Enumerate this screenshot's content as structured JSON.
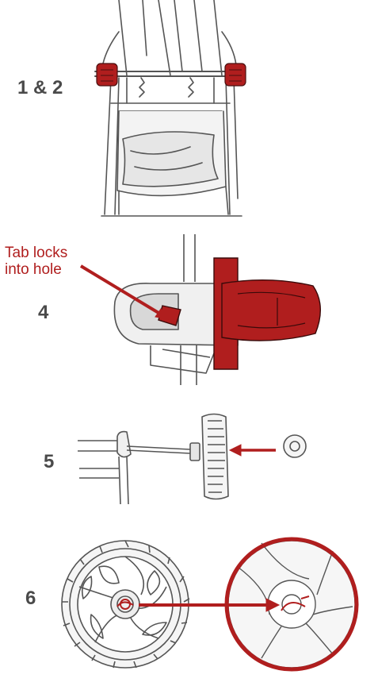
{
  "colors": {
    "accent": "#b01e1e",
    "line": "#555555",
    "fill_light": "#f0f0f0"
  },
  "steps": [
    {
      "label": "1 & 2"
    },
    {
      "label": "4",
      "callout": [
        "Tab locks",
        "into hole"
      ]
    },
    {
      "label": "5"
    },
    {
      "label": "6"
    }
  ]
}
